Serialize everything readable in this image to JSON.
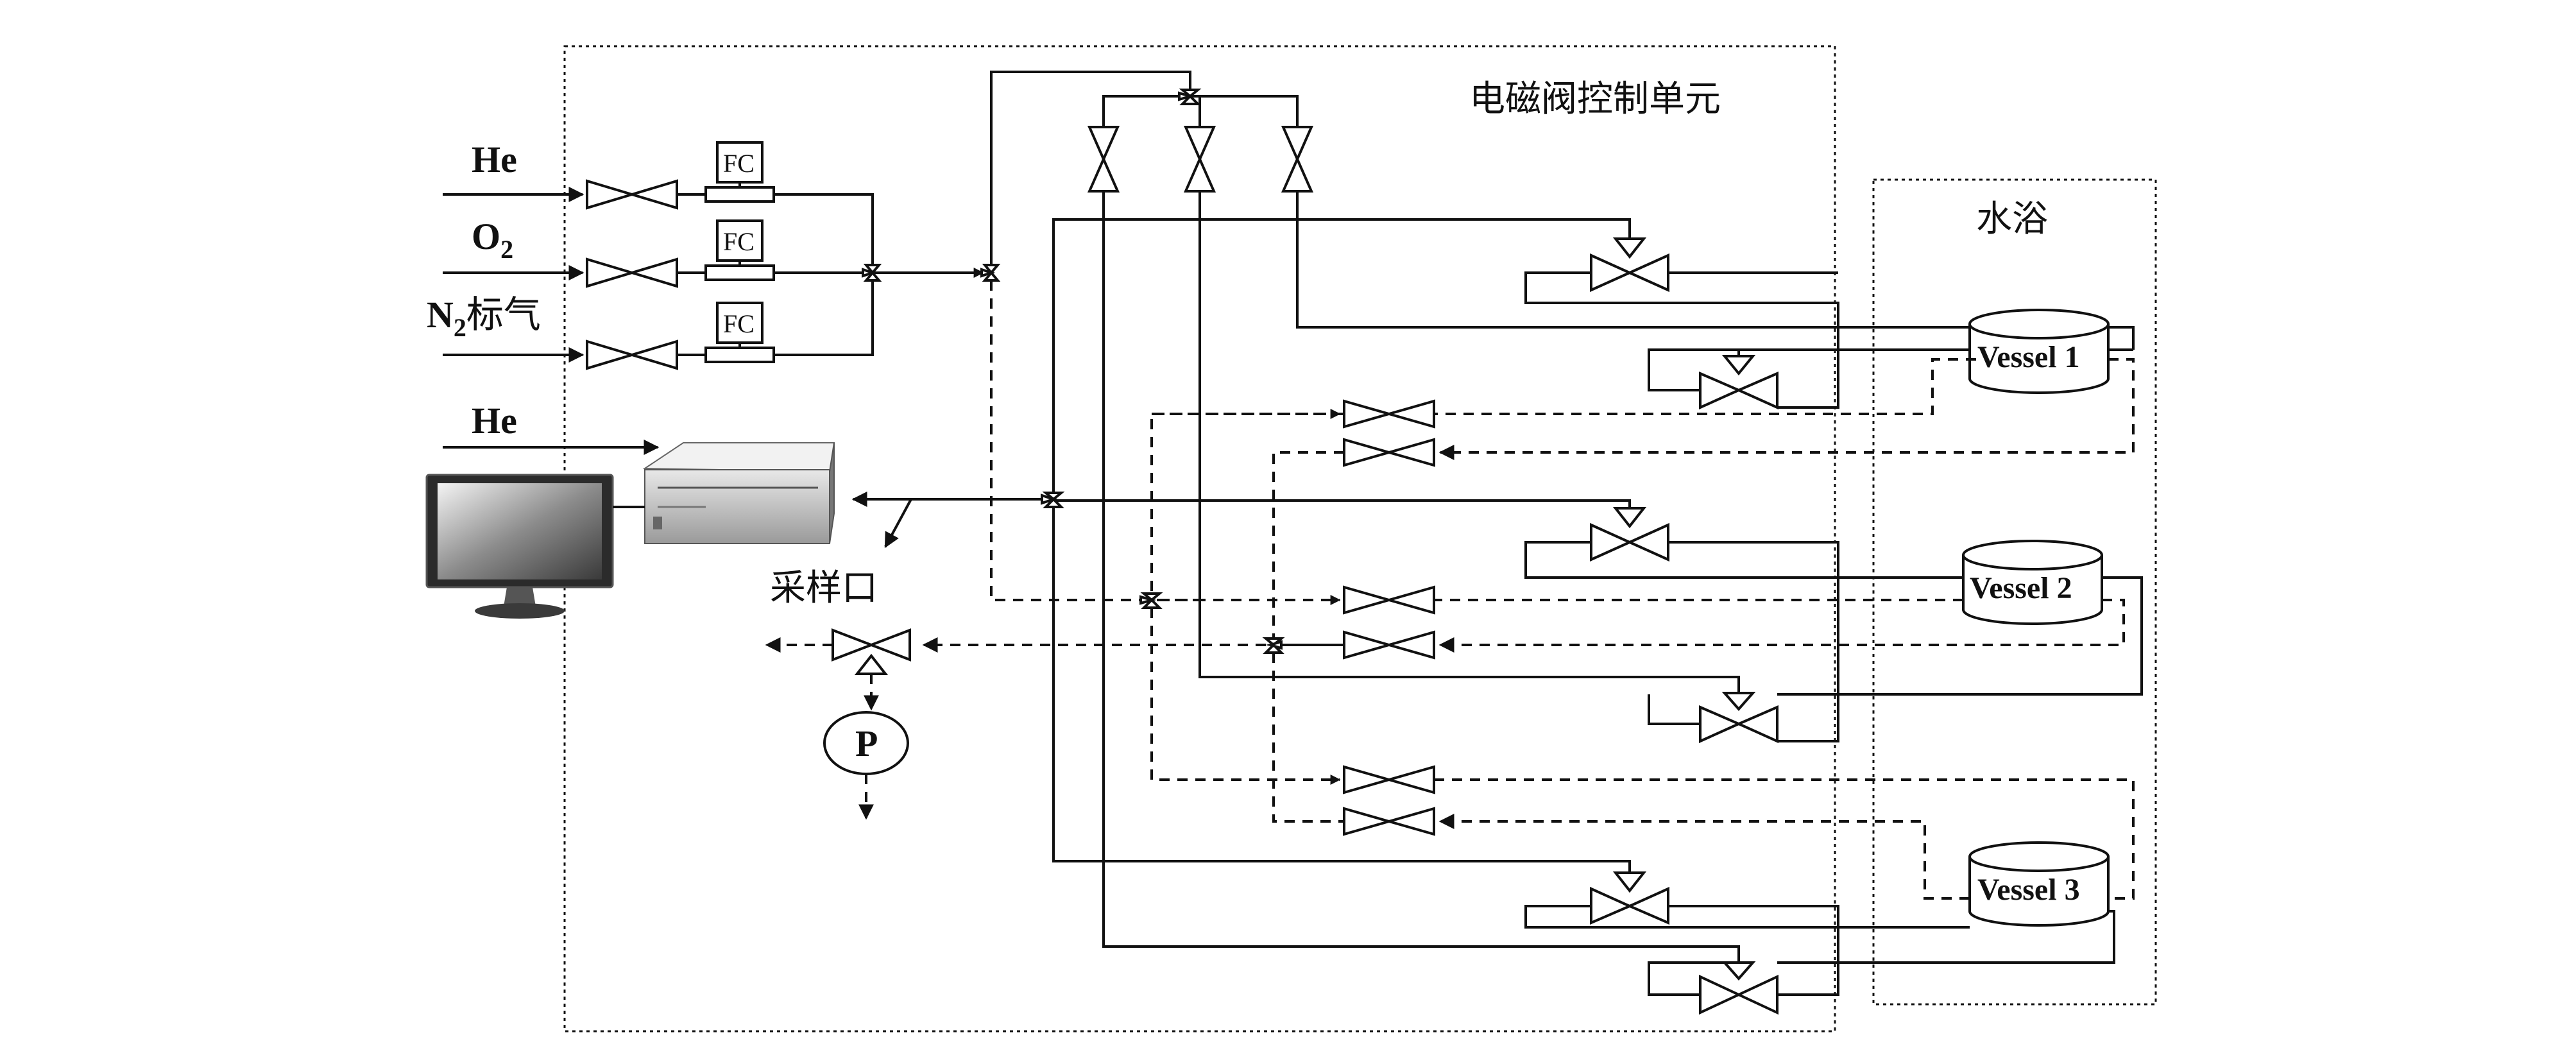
{
  "labels": {
    "solenoid_unit": "电磁阀控制单元",
    "water_bath": "水浴",
    "gas_he_top": "He",
    "gas_o2_main": "O",
    "gas_o2_sub": "2",
    "gas_n2_main": "N",
    "gas_n2_sub": "2",
    "gas_n2_suffix": "标气",
    "gas_he_gc": "He",
    "sampling_port": "采样口",
    "pump": "P",
    "fc": "FC",
    "vessel_1": "Vessel 1",
    "vessel_2": "Vessel 2",
    "vessel_3": "Vessel 3"
  },
  "icons": {
    "gate_valve": "bowtie-valve-icon",
    "three_way_valve": "three-way-valve-icon",
    "flow_controller": "flow-controller-icon",
    "gas_chromatograph": "gc-instrument-icon",
    "monitor": "monitor-icon",
    "pump": "pump-icon",
    "vessel": "vessel-cylinder-icon"
  },
  "colors": {
    "line": "#111111",
    "background": "#ffffff"
  }
}
